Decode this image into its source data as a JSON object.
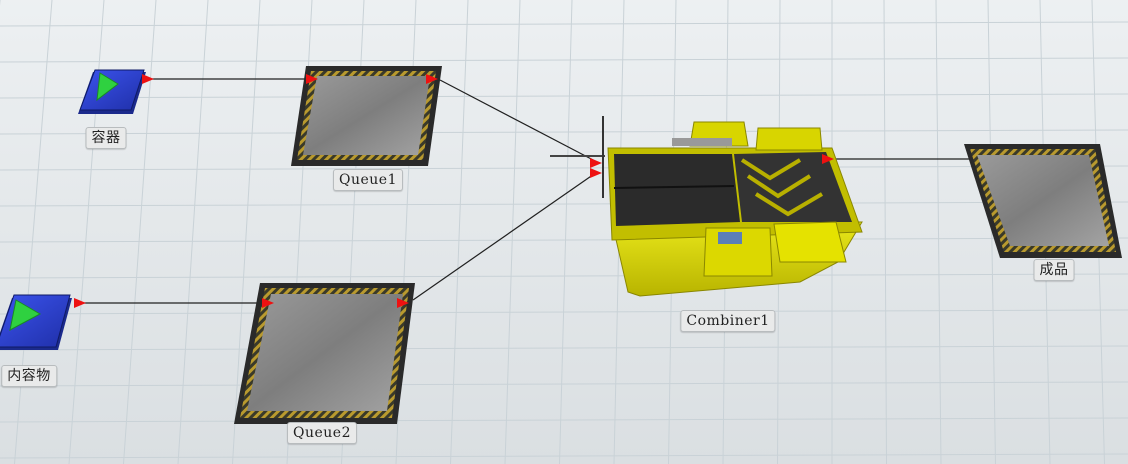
{
  "model": {
    "objects": [
      {
        "id": "source1",
        "type": "source",
        "label": "容器"
      },
      {
        "id": "source2",
        "type": "source",
        "label": "内容物"
      },
      {
        "id": "queue1",
        "type": "queue",
        "label": "Queue1"
      },
      {
        "id": "queue2",
        "type": "queue",
        "label": "Queue2"
      },
      {
        "id": "combiner1",
        "type": "combiner",
        "label": "Combiner1"
      },
      {
        "id": "sink1",
        "type": "queue",
        "label": "成品"
      }
    ],
    "connections": [
      {
        "from": "source1",
        "to": "queue1"
      },
      {
        "from": "source2",
        "to": "queue2"
      },
      {
        "from": "queue1",
        "to": "combiner1"
      },
      {
        "from": "queue2",
        "to": "combiner1"
      },
      {
        "from": "combiner1",
        "to": "sink1"
      }
    ]
  },
  "colors": {
    "floor": "#e3e8eb",
    "grid": "#c9d2d7",
    "port": "#ee1111",
    "source_body": "#2a3fd0",
    "source_arrow": "#29c43a",
    "combiner_body": "#d6d300",
    "conveyor": "#2b2b2b"
  }
}
